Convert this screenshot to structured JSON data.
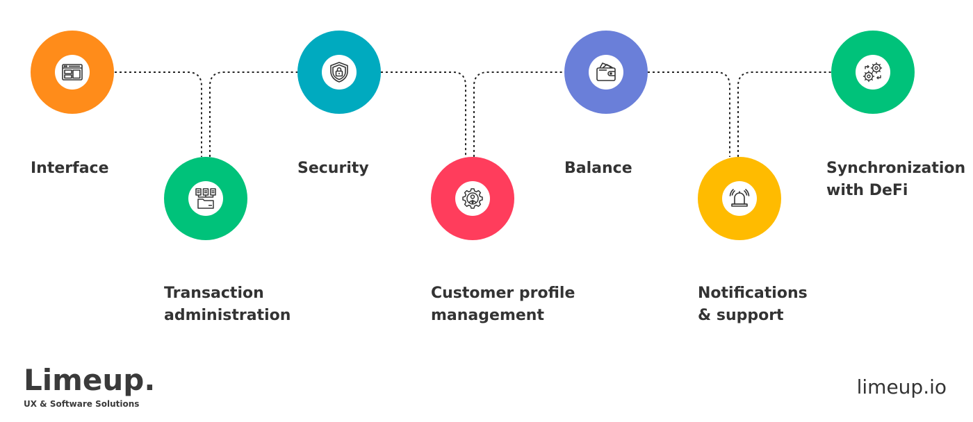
{
  "steps": [
    {
      "label_line1": "Interface",
      "label_line2": "",
      "color": "#ff8c1a",
      "icon": "browser-window-icon"
    },
    {
      "label_line1": "Transaction",
      "label_line2": "administration",
      "color": "#00c27a",
      "icon": "folder-documents-icon"
    },
    {
      "label_line1": "Security",
      "label_line2": "",
      "color": "#00aabf",
      "icon": "shield-lock-icon"
    },
    {
      "label_line1": "Customer profile",
      "label_line2": "management",
      "color": "#ff3d5c",
      "icon": "gear-person-icon"
    },
    {
      "label_line1": "Balance",
      "label_line2": "",
      "color": "#6a7fd9",
      "icon": "wallet-icon"
    },
    {
      "label_line1": "Notifications",
      "label_line2": "& support",
      "color": "#ffbb00",
      "icon": "ringing-bell-icon"
    },
    {
      "label_line1": "Synchronization",
      "label_line2": "with DeFi",
      "color": "#00c27a",
      "icon": "sync-gears-icon"
    }
  ],
  "connector_color": "#222222",
  "brand": {
    "name": "Limeup.",
    "tagline": "UX & Software Solutions",
    "site": "limeup.io"
  }
}
